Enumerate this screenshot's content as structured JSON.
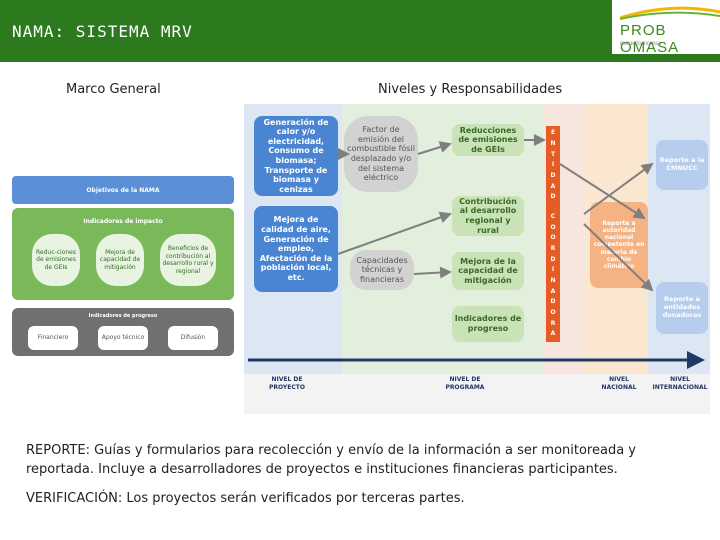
{
  "header": {
    "title": "NAMA: SISTEMA MRV",
    "logo_text": "PROB OMASA",
    "logo_sub": "PROYECTO BIOMASA"
  },
  "sections": {
    "left_title": "Marco General",
    "right_title": "Niveles y Responsabilidades"
  },
  "left_diagram": {
    "objectives": "Objetivos de la NAMA",
    "impact_indicators": "Indicadores de impacto",
    "impact_items": [
      "Reduc-ciones de emisiones de GEIs",
      "Mejora de capacidad de mitigación",
      "Beneficios de contribución al desarrollo rural y regional"
    ],
    "progress_indicators": "Indicadores de progreso",
    "progress_items": [
      "Financiero",
      "Apoyo técnico",
      "Difusión"
    ]
  },
  "right_diagram": {
    "blue_boxes": [
      "Generación de calor y/o electricidad, Consumo de biomasa; Transporte de biomasa y cenizas",
      "Mejora de calidad de aire, Generación de empleo, Afectación de la población local, etc."
    ],
    "grey_boxes": [
      "Factor de emisión del combustible fósil desplazado y/o del sistema eléctrico",
      "Capacidades técnicas y financieras"
    ],
    "program_boxes": [
      "Reducciones de emisiones de GEIs",
      "Contribución al desarrollo regional y rural",
      "Mejora de la capacidad de mitigación",
      "Indicadores de progreso"
    ],
    "coordination": [
      "E",
      "N",
      "T",
      "I",
      "D",
      "A",
      "D",
      "",
      "C",
      "O",
      "O",
      "R",
      "D",
      "I",
      "N",
      "A",
      "D",
      "O",
      "R",
      "A"
    ],
    "national_box": "Reporte a autoridad nacional competente en materia de cambio climático",
    "international_boxes": [
      "Reporte a la CMNUCC",
      "Reporte a entidades donadoras"
    ],
    "levels": [
      "NIVEL DE PROYECTO",
      "NIVEL DE PROGRAMA",
      "NIVEL NACIONAL",
      "NIVEL INTERNACIONAL"
    ]
  },
  "text": {
    "reporte_label": "REPORTE",
    "reporte_body": ": Guías y formularios para recolección y envío de la información a ser monitoreada y reportada. Incluye a desarrolladores de proyectos e instituciones financieras participantes.",
    "verificacion_label": "VERIFICACIÓN:",
    "verificacion_body": " Los proyectos serán verificados por terceras partes."
  }
}
